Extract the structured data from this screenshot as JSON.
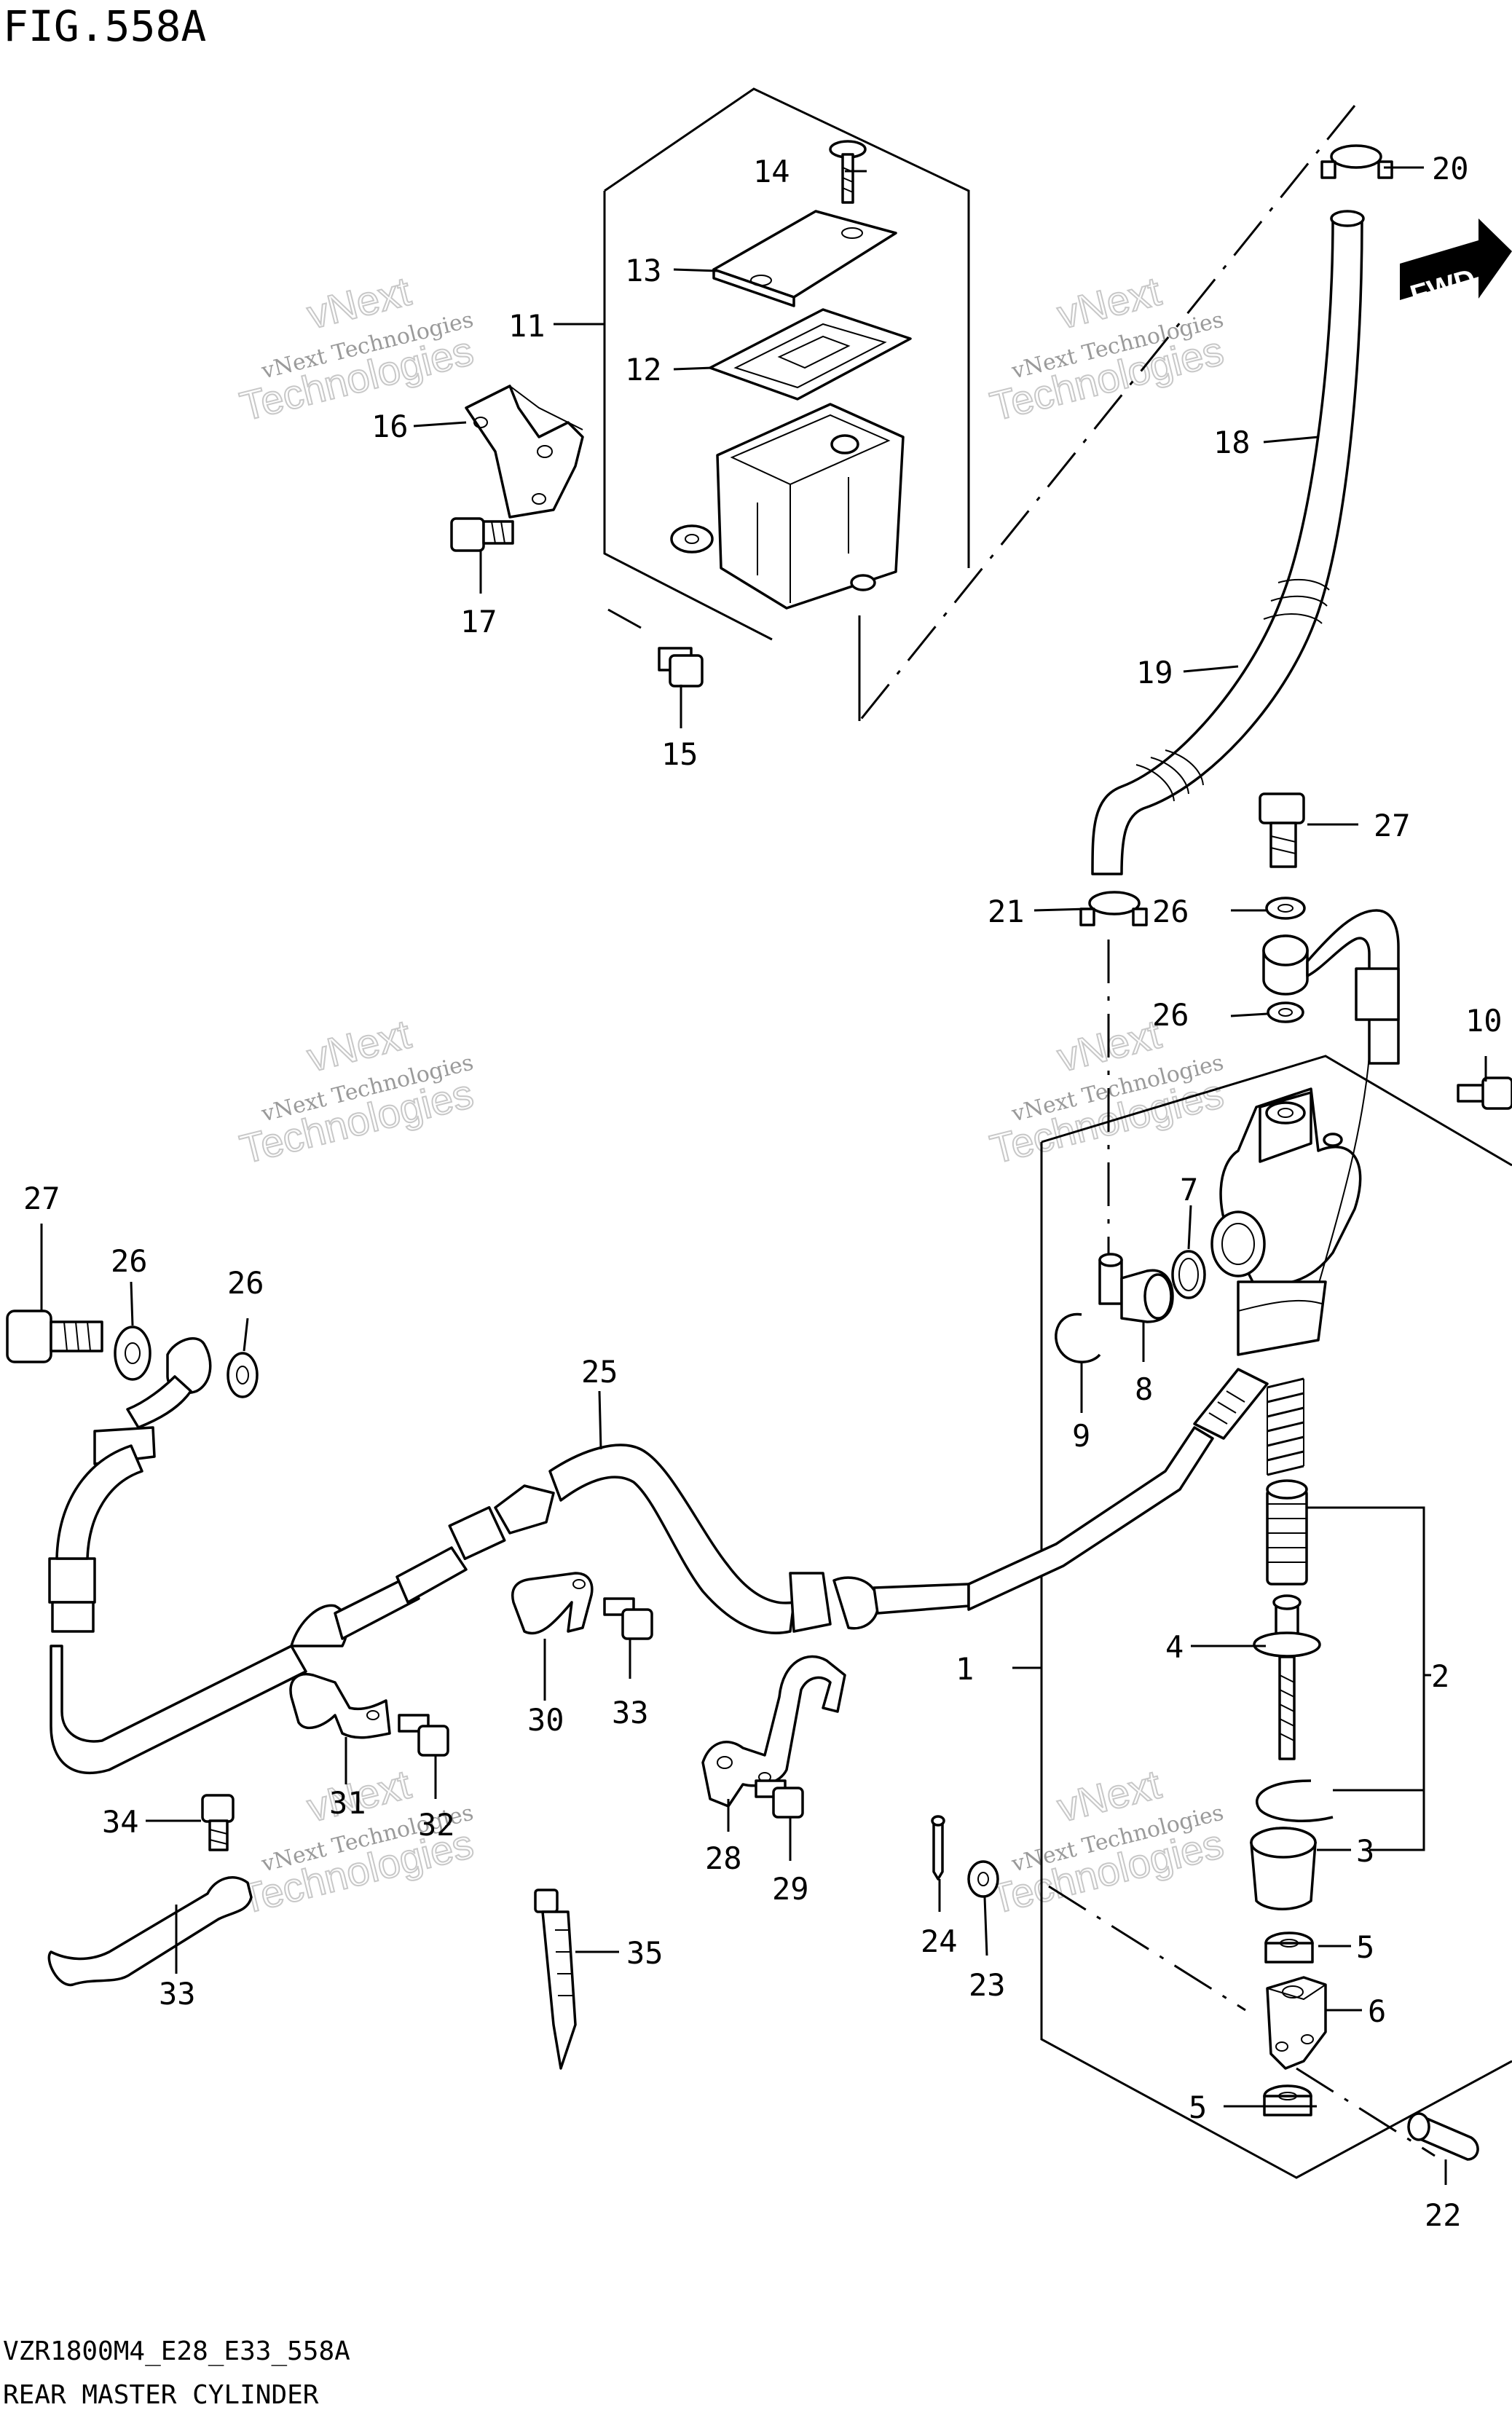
{
  "figure": {
    "title": "FIG.558A",
    "code": "VZR1800M4_E28_E33_558A",
    "caption": "REAR MASTER CYLINDER"
  },
  "watermark": {
    "line1": "vNext",
    "line2": "vNext Technologies",
    "line3": "Technologies"
  },
  "badge": {
    "text": "FWD"
  },
  "callouts": {
    "c1": "1",
    "c2": "2",
    "c3": "3",
    "c4": "4",
    "c5a": "5",
    "c5b": "5",
    "c6": "6",
    "c7": "7",
    "c8": "8",
    "c9": "9",
    "c10": "10",
    "c11": "11",
    "c12": "12",
    "c13": "13",
    "c14": "14",
    "c15": "15",
    "c16": "16",
    "c17": "17",
    "c18": "18",
    "c19": "19",
    "c20": "20",
    "c21": "21",
    "c22": "22",
    "c23": "23",
    "c24": "24",
    "c25": "25",
    "c26a": "26",
    "c26b": "26",
    "c26c": "26",
    "c26d": "26",
    "c27a": "27",
    "c27b": "27",
    "c28": "28",
    "c29": "29",
    "c30": "30",
    "c31": "31",
    "c32": "32",
    "c33a": "33",
    "c33b": "33",
    "c34": "34",
    "c35": "35"
  }
}
